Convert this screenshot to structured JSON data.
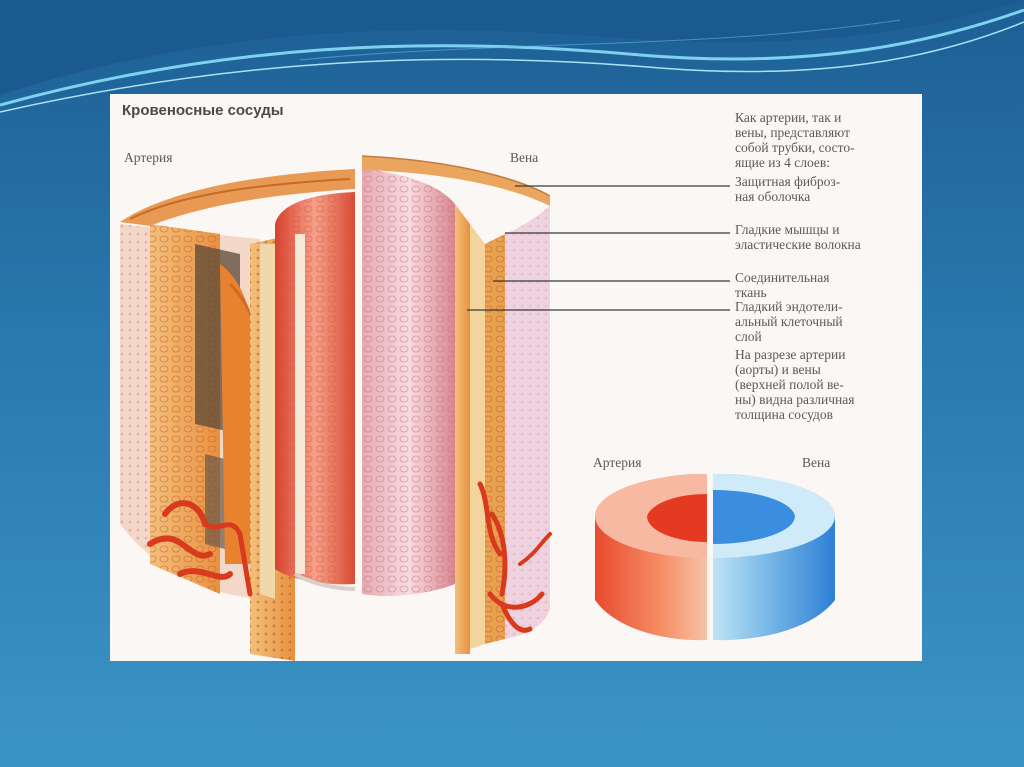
{
  "diagram": {
    "title": "Кровеносные сосуды",
    "label_artery_left": "Артерия",
    "label_vein_left": "Вена",
    "intro_text": "Как артерии, так и\nвены, представляют\nсобой трубки, состо-\nящие из 4 слоев:",
    "layers": [
      "Защитная фиброз-\nная оболочка",
      "Гладкие мышцы и\nэластические волокна",
      "Соединительная\nткань",
      "Гладкий эндотели-\nальный клеточный\nслой"
    ],
    "note_text": "На  разрезе артерии\n(аорты) и вены\n(верхней полой ве-\nны) видна различная\nтолщина сосудов",
    "ring_label_artery": "Артерия",
    "ring_label_vein": "Вена"
  },
  "colors": {
    "background_top": "#1d5f95",
    "background_bottom": "#3b94c7",
    "artery_red": "#e0402c",
    "vein_blue": "#3c8ee0",
    "tissue_orange": "#f0a24a"
  }
}
